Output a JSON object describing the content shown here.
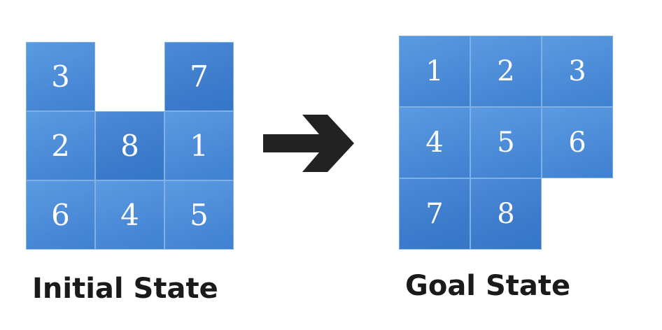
{
  "initial": {
    "label": "Initial State",
    "tiles": [
      "3",
      "",
      "7",
      "2",
      "8",
      "1",
      "6",
      "4",
      "5"
    ]
  },
  "goal": {
    "label": "Goal State",
    "tiles": [
      "1",
      "2",
      "3",
      "4",
      "5",
      "6",
      "7",
      "8",
      ""
    ]
  },
  "colors": {
    "tile": "#4a8ad7",
    "tile_dark": "#3d7ccc",
    "arrow": "#222222",
    "text": "#1a1a1a"
  },
  "icons": {
    "transition": "right-arrow-icon"
  }
}
